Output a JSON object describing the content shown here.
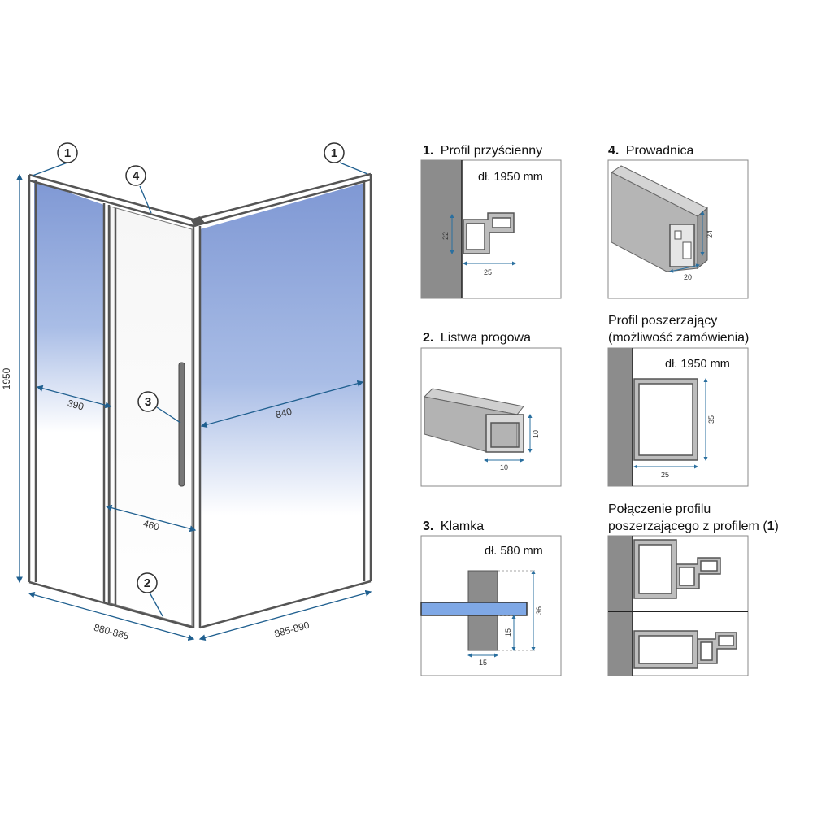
{
  "main_view": {
    "callouts": [
      "1",
      "4",
      "1",
      "3",
      "2"
    ],
    "dimensions": {
      "height": "1950",
      "door_fixed": "390",
      "door_opening": "460",
      "side_panel": "840",
      "width_front": "880-885",
      "width_side": "885-890"
    }
  },
  "details": {
    "profile_wall": {
      "num": "1.",
      "title": "Profil przyścienny",
      "length": "dł. 1950 mm",
      "h": "22",
      "w": "25"
    },
    "guide": {
      "num": "4.",
      "title": "Prowadnica",
      "h": "24",
      "w": "20"
    },
    "threshold": {
      "num": "2.",
      "title": "Listwa progowa",
      "h": "10",
      "w": "10"
    },
    "extension": {
      "title_line1": "Profil poszerzający",
      "title_line2": "(możliwość zamówienia)",
      "length": "dł. 1950 mm",
      "h": "35",
      "w": "25"
    },
    "handle": {
      "num": "3.",
      "title": "Klamka",
      "length": "dł. 580 mm",
      "h_total": "36",
      "h_part": "15",
      "w": "15"
    },
    "connection": {
      "title_line1": "Połączenie profilu",
      "title_line2_prefix": "poszerzającego z profilem (",
      "title_ref": "1",
      "title_line2_suffix": ")"
    }
  },
  "colors": {
    "glass_blue": "#8aa4d8",
    "frame": "#555555",
    "dimension_line": "#1f5f8f",
    "wall_gray": "#8c8c8c",
    "profile_gray": "#c8c8c8",
    "handle_glass": "#7fa8e6"
  }
}
